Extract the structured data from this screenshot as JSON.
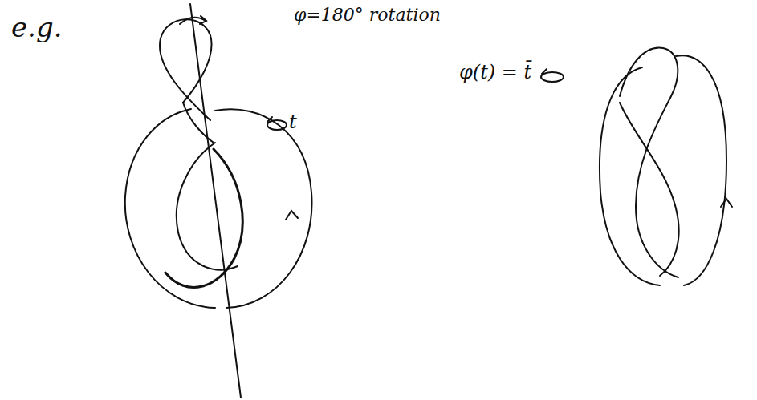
{
  "diagram": {
    "labels": [
      "e.g.",
      "φ=180° rotation",
      "t",
      "φ(t) = t̄"
    ]
  }
}
